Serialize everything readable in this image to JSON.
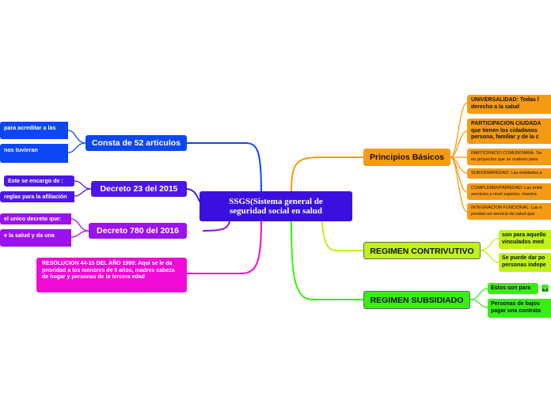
{
  "center": "SSGS(Sistema general de seguridad social en salud",
  "left": {
    "art": {
      "label": "Consta de 52 articulos",
      "items": [
        "para acreditar a las",
        "nos tuvieran"
      ]
    },
    "d2015": {
      "label": "Decreto 23  del 2015",
      "items": [
        "Este se encargo de :",
        "reglas para la afiliación"
      ]
    },
    "d2016": {
      "label": "Decreto 780 del 2016",
      "items": [
        "el unico decreto que:",
        "e la salud y da una"
      ]
    },
    "resolucion": "RESOLUCION 44-15 DEL AÑO 1999: Aqui se le da prioridad a los menores de 5 años, madres cabeza de hogar y personas de la tercera edad"
  },
  "right": {
    "principios": {
      "label": "Principios Básicos",
      "items": [
        {
          "l1": "UNIVERSALIDAD: Todas l",
          "l2": "derecho a la salud"
        },
        {
          "l1": "PARTICIPACION CIUDADA",
          "l2": "que tienen los cidadanos",
          "l3": "persona, familiar y de la c"
        },
        {
          "l1": "PARTICIPACIO COMUNITARIA: Tie",
          "l2": "en proyectos que se realicen para"
        },
        {
          "l1": "SUBSIDIARIEDAD: Las entidades p"
        },
        {
          "l1": "COMPLEMENTARIEDAD: Las entid",
          "l2": "servicios a nivel superior, mientra"
        },
        {
          "l1": "INTEGRACION FUNCIONAL: Las e",
          "l2": "prestan un servicio de salud que"
        }
      ]
    },
    "contributivo": {
      "label": "REGIMEN CONTRIVUTIVO",
      "items": [
        {
          "l1": "son para aquello",
          "l2": "vinculados med"
        },
        {
          "l1": "Se puede dar po",
          "l2": "personas indepe"
        }
      ]
    },
    "subsidiado": {
      "label": "REGIMEN SUBSIDIADO",
      "items": [
        {
          "l1": "Estos son para",
          "icon": "?"
        },
        {
          "l1": "Personas de bajos",
          "l2": "pagar una contrata"
        }
      ]
    }
  },
  "colors": {
    "blue": "#0d47f5",
    "purple_dark": "#4d16e8",
    "purple": "#9a12ee",
    "magenta": "#f00ad6",
    "orange": "#f59a14",
    "lime": "#bff216",
    "green": "#39ee12",
    "center": "#3a10e0"
  }
}
